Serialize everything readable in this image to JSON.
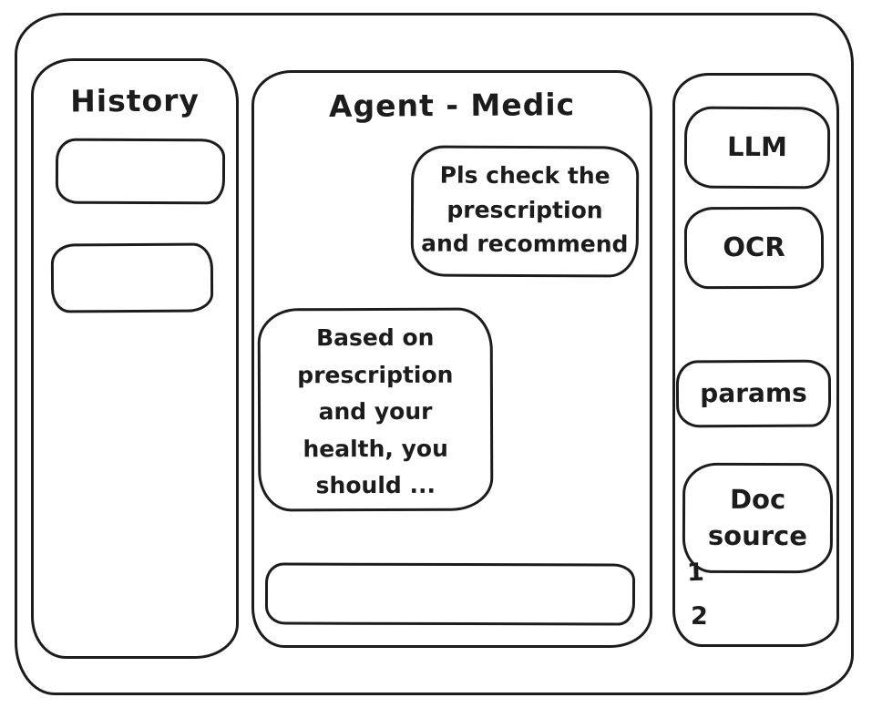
{
  "sidebar_left": {
    "title": "History",
    "items": [
      {
        "label": ""
      },
      {
        "label": ""
      }
    ]
  },
  "main": {
    "title": "Agent - Medic",
    "messages": [
      {
        "role": "user",
        "align": "right",
        "text": "Pls check the\nprescription\nand recommend"
      },
      {
        "role": "assistant",
        "align": "left",
        "text": "Based on\nprescription\nand your\nhealth, you\nshould ..."
      }
    ],
    "input": {
      "value": "",
      "placeholder": ""
    }
  },
  "sidebar_right": {
    "buttons": [
      {
        "label": "LLM"
      },
      {
        "label": "OCR"
      },
      {
        "label": "params"
      },
      {
        "label": "Doc\nsource"
      }
    ],
    "doc_source_items": [
      "1",
      "2"
    ]
  },
  "colors": {
    "ink": "#1c1c1c",
    "paper": "#ffffff"
  }
}
